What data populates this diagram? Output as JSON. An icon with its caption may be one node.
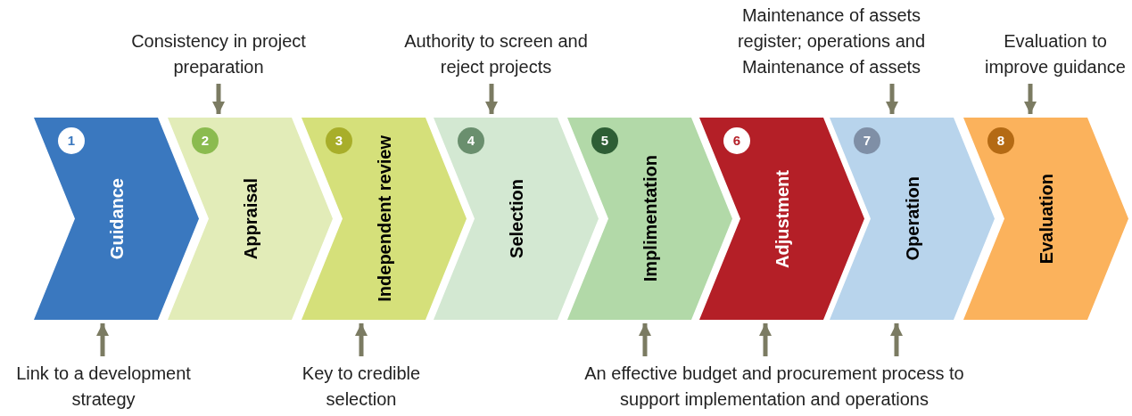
{
  "diagram": {
    "nodes": [
      {
        "text": [
          "Consistency in project preparation"
        ]
      },
      {
        "text": [
          "Authority to screen and reject projects"
        ]
      },
      {
        "text": [
          "Maintenance of assets register; operations and Maintenance of assets"
        ]
      },
      {
        "text": [
          "Evaluation to improve guidance"
        ]
      },
      {
        "text": [
          "Guidance"
        ]
      },
      {
        "text": [
          "1"
        ],
        "in": 4
      },
      {
        "text": [
          "Appraisal"
        ]
      },
      {
        "text": [
          "2"
        ],
        "in": 6
      },
      {
        "text": [
          "Independent review"
        ]
      },
      {
        "text": [
          "3"
        ],
        "in": 8
      },
      {
        "text": [
          "Selection"
        ]
      },
      {
        "text": [
          "4"
        ],
        "in": 10
      },
      {
        "text": [
          "Implimentation"
        ]
      },
      {
        "text": [
          "5"
        ],
        "in": 12
      },
      {
        "text": [
          "Adjustment"
        ]
      },
      {
        "text": [
          "6"
        ],
        "in": 14
      },
      {
        "text": [
          "Operation"
        ]
      },
      {
        "text": [
          "7"
        ],
        "in": 16
      },
      {
        "text": [
          "Evaluation"
        ]
      },
      {
        "text": [
          "8"
        ],
        "in": 18
      },
      {
        "text": [
          "Link to a development strategy"
        ]
      },
      {
        "text": [
          "Key to credible selection"
        ]
      },
      {
        "text": [
          "An effective budget and procurement process to support implementation and operations"
        ]
      }
    ],
    "edges": [
      {
        "from": 0,
        "to": 6,
        "arrow": "to"
      },
      {
        "from": 1,
        "to": 10,
        "arrow": "to"
      },
      {
        "from": 2,
        "to": 16,
        "arrow": "to"
      },
      {
        "from": 3,
        "to": 18,
        "arrow": "to"
      },
      {
        "from": 20,
        "to": 4,
        "arrow": "to"
      },
      {
        "from": 21,
        "to": 8,
        "arrow": "to"
      },
      {
        "from": 22,
        "to": 12,
        "arrow": "to"
      },
      {
        "from": 22,
        "to": 14,
        "arrow": "to"
      },
      {
        "from": 22,
        "to": 16,
        "arrow": "to"
      }
    ]
  }
}
